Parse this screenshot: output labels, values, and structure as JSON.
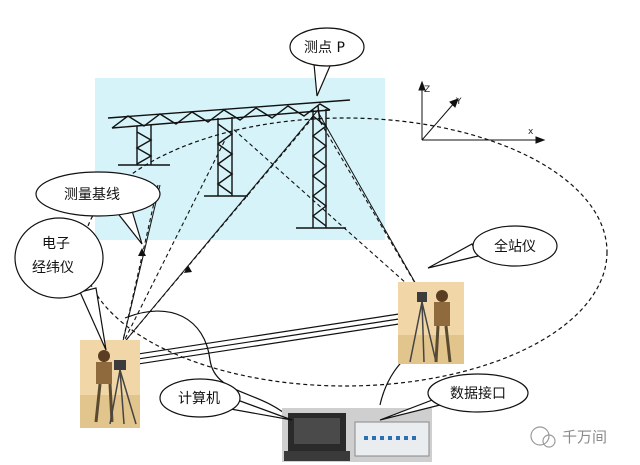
{
  "labels": {
    "point_p": "测点 P",
    "baseline": "测量基线",
    "theodolite_line1": "电子",
    "theodolite_line2": "经纬仪",
    "total_station": "全站仪",
    "computer": "计算机",
    "data_interface": "数据接口",
    "watermark": "千万间"
  },
  "axes": {
    "z": "Z",
    "y": "Y",
    "x": "x"
  },
  "colors": {
    "structure_bg": "#d5f3f8",
    "line": "#111111",
    "photo_bg": "#f1d7a8",
    "computer_body": "#cfcfcf",
    "interface_box": "#e9edf0"
  }
}
